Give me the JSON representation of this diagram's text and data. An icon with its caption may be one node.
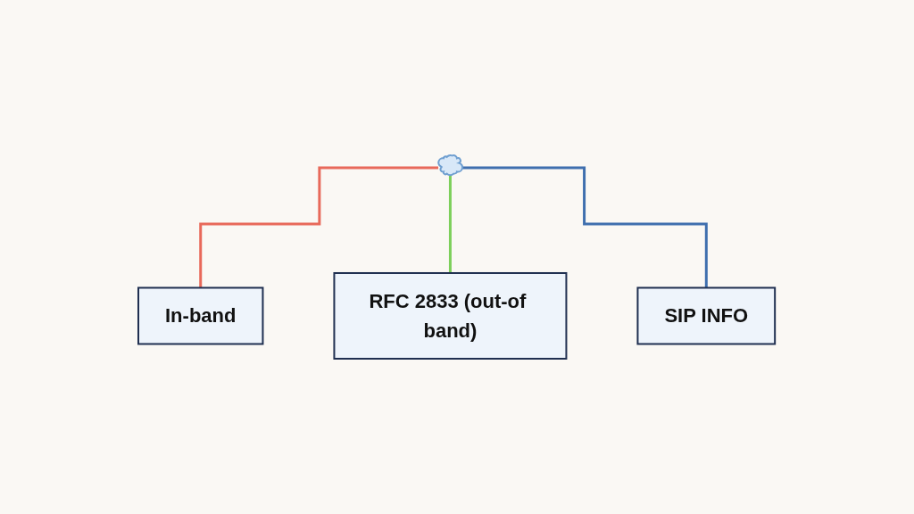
{
  "diagram": {
    "nodes": [
      {
        "text": [],
        "shape": "cloud"
      },
      {
        "text": [
          "In-band"
        ]
      },
      {
        "text": [
          "RFC 2833 (out-of band)"
        ]
      },
      {
        "text": [
          "SIP INFO"
        ]
      }
    ],
    "edges": [
      {
        "from": 0,
        "to": 1,
        "arrow": "none",
        "color": "#e8695a"
      },
      {
        "from": 0,
        "to": 2,
        "arrow": "none",
        "color": "#7ccf5a"
      },
      {
        "from": 0,
        "to": 3,
        "arrow": "none",
        "color": "#3f6fae"
      }
    ]
  }
}
